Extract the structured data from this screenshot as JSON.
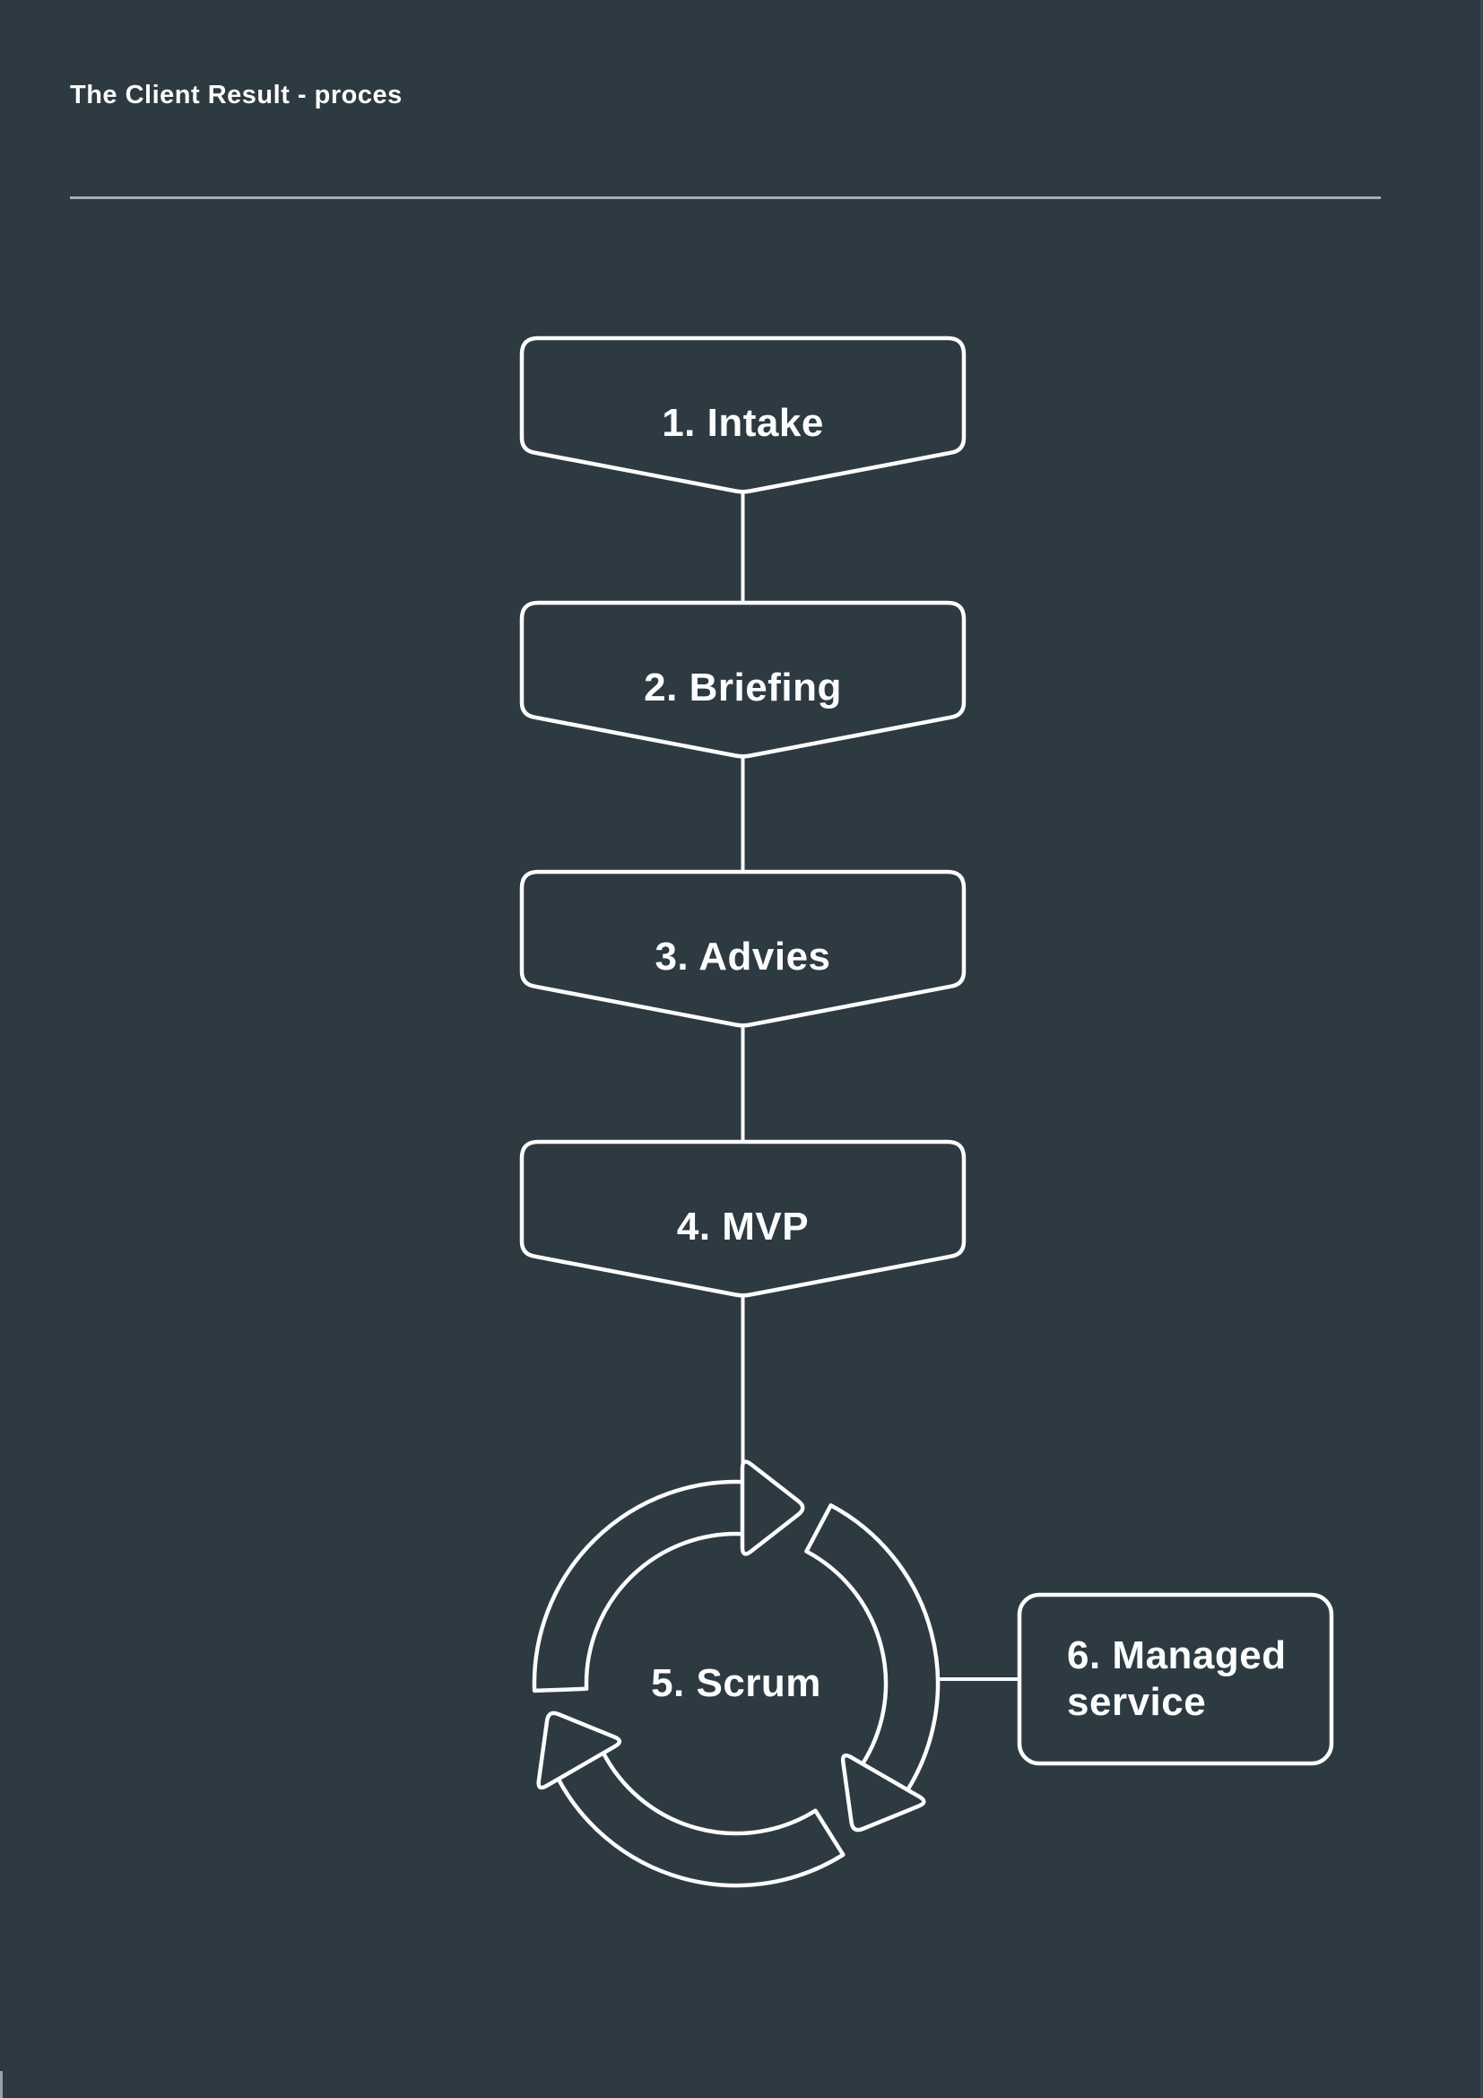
{
  "page": {
    "background_color": "#2e3a41",
    "stroke_color": "#fbfcfd",
    "divider_color": "#a9aeb4",
    "text_color": "#fbfcfd"
  },
  "header": {
    "title": "The Client Result - proces"
  },
  "flow": {
    "steps": [
      {
        "label": "1. Intake",
        "shape": "banner"
      },
      {
        "label": "2. Briefing",
        "shape": "banner"
      },
      {
        "label": "3. Advies",
        "shape": "banner"
      },
      {
        "label": "4. MVP",
        "shape": "banner"
      },
      {
        "label": "5. Scrum",
        "shape": "cycle-arrows"
      },
      {
        "label": "6. Managed service",
        "shape": "rounded-rect"
      }
    ]
  }
}
